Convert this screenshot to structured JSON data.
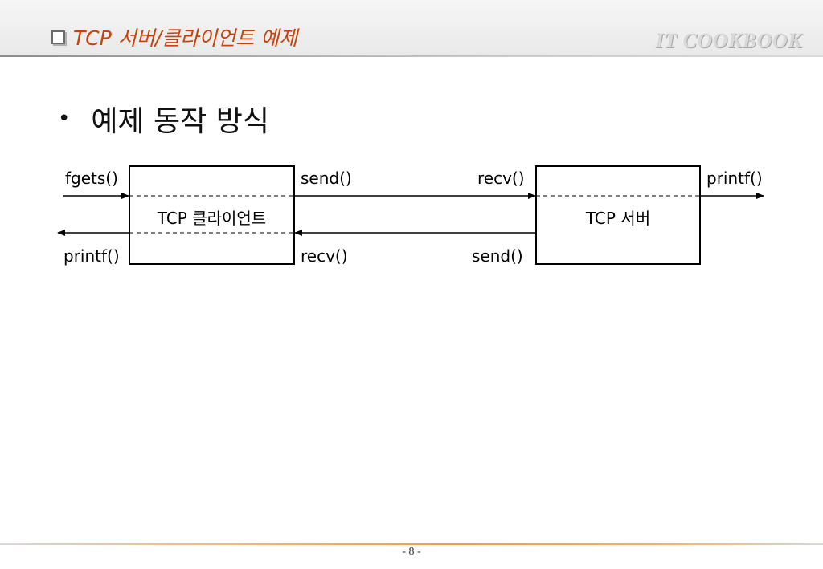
{
  "header": {
    "section_title": "TCP 서버/클라이언트 예제",
    "brand": "IT COOKBOOK"
  },
  "heading": {
    "bullet": "•",
    "title": "예제 동작 방식"
  },
  "diagram": {
    "client_box": "TCP 클라이언트",
    "server_box": "TCP 서버",
    "labels": {
      "client_in": "fgets()",
      "client_out": "printf()",
      "client_send": "send()",
      "client_recv": "recv()",
      "server_recv": "recv()",
      "server_send": "send()",
      "server_out": "printf()"
    }
  },
  "footer": {
    "page_number": "- 8 -"
  }
}
